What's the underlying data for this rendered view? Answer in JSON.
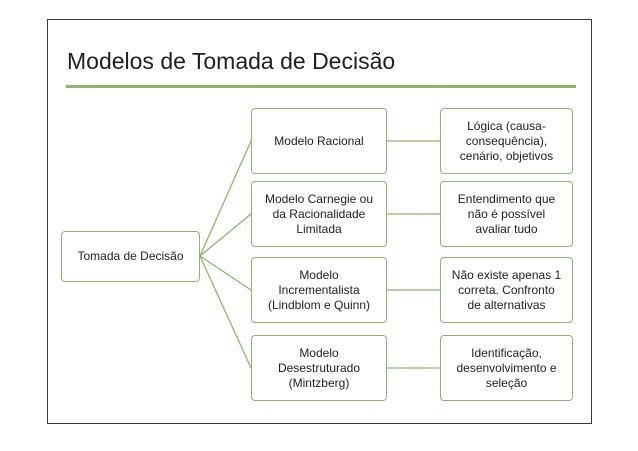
{
  "title": "Modelos de Tomada de Decisão",
  "root": {
    "label": "Tomada de Decisão"
  },
  "models": [
    {
      "label": "Modelo Racional",
      "detail": "Lógica (causa-\nconsequência),\ncenário, objetivos"
    },
    {
      "label": "Modelo Carnegie ou\nda Racionalidade\nLimitada",
      "detail": "Entendimento que\nnão é possível\navaliar tudo"
    },
    {
      "label": "Modelo\nIncrementalista\n(Lindblom e Quinn)",
      "detail": "Não existe apenas 1\ncorreta. Confronto\nde alternativas"
    },
    {
      "label": "Modelo\nDesestruturado\n(Mintzberg)",
      "detail": "Identificação,\ndesenvolvimento  e\nseleção"
    }
  ],
  "colors": {
    "accent": "#8ab86a",
    "text": "#222222",
    "frame": "#3a3a3a"
  }
}
